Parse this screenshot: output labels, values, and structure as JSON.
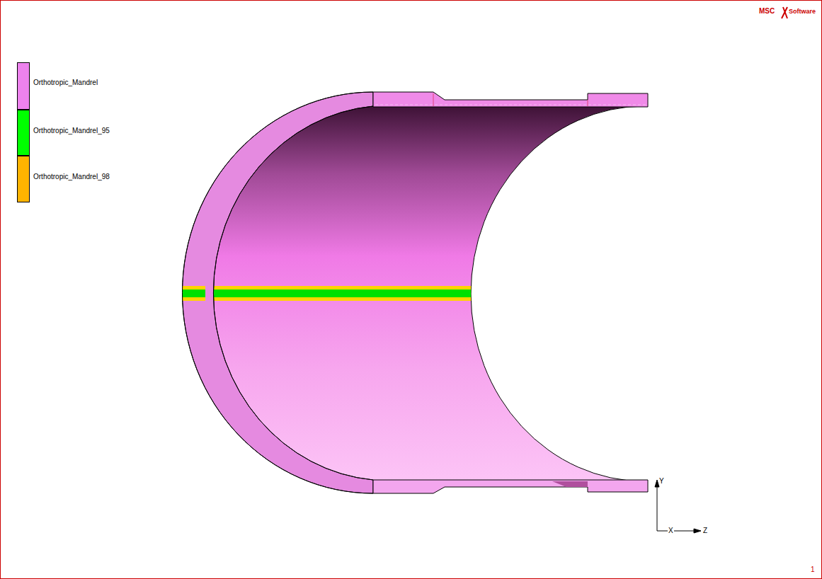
{
  "diagram": {
    "labels": [
      "MSC",
      "Software",
      "Y",
      "X",
      "Z",
      "1"
    ],
    "legend": [
      {
        "text": "Orthotropic_Mandrel",
        "color": "#ee82ee"
      },
      {
        "text": "Orthotropic_Mandrel_95",
        "color": "#00ff00"
      },
      {
        "text": "Orthotropic_Mandrel_98",
        "color": "#ffb400"
      }
    ]
  }
}
